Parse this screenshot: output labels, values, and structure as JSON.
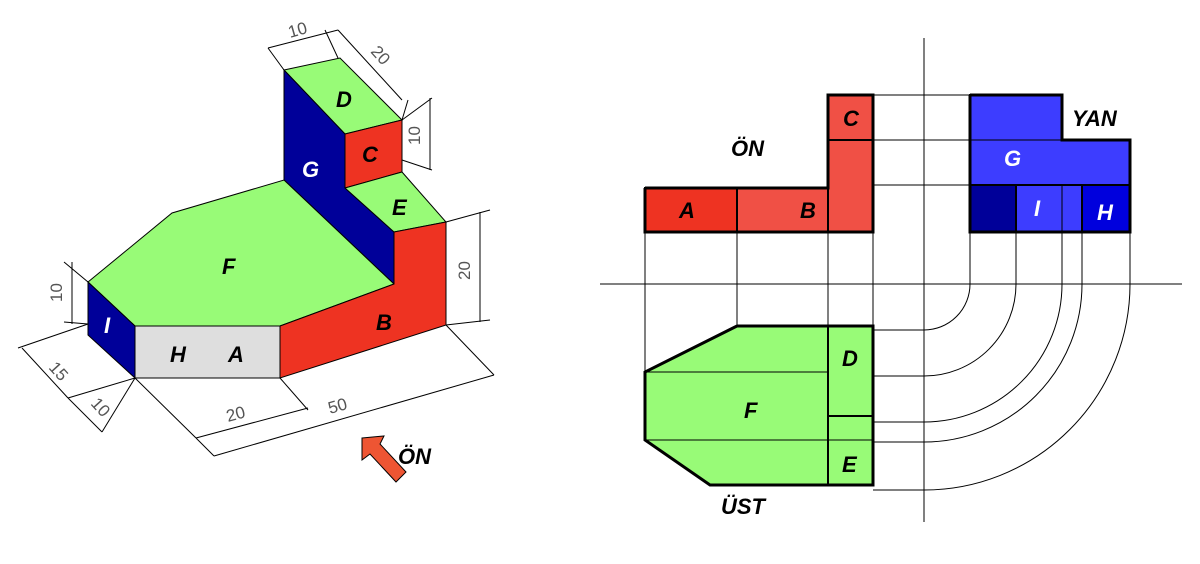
{
  "colors": {
    "green": "#98fb77",
    "red": "#ee3322",
    "red_light": "#f05045",
    "navy": "#000099",
    "blue": "#3d3dff",
    "blue_dark": "#0000aa",
    "grey": "#dedede",
    "orange": "#ee5533"
  },
  "iso": {
    "faces": {
      "D": "D",
      "C": "C",
      "G": "G",
      "E": "E",
      "F": "F",
      "B": "B",
      "I": "I",
      "H": "H",
      "A": "A"
    },
    "dims": {
      "top_10": "10",
      "top_20": "20",
      "right_10": "10",
      "right_20": "20",
      "left_10": "10",
      "bottom_15": "15",
      "bottom_10": "10",
      "bottom_20": "20",
      "bottom_50": "50"
    },
    "arrow_label": "ÖN"
  },
  "views": {
    "front_title": "ÖN",
    "side_title": "YAN",
    "top_title": "ÜST",
    "front": {
      "A": "A",
      "B": "B",
      "C": "C"
    },
    "side": {
      "G": "G",
      "I": "I",
      "H": "H"
    },
    "top": {
      "F": "F",
      "D": "D",
      "E": "E"
    }
  }
}
